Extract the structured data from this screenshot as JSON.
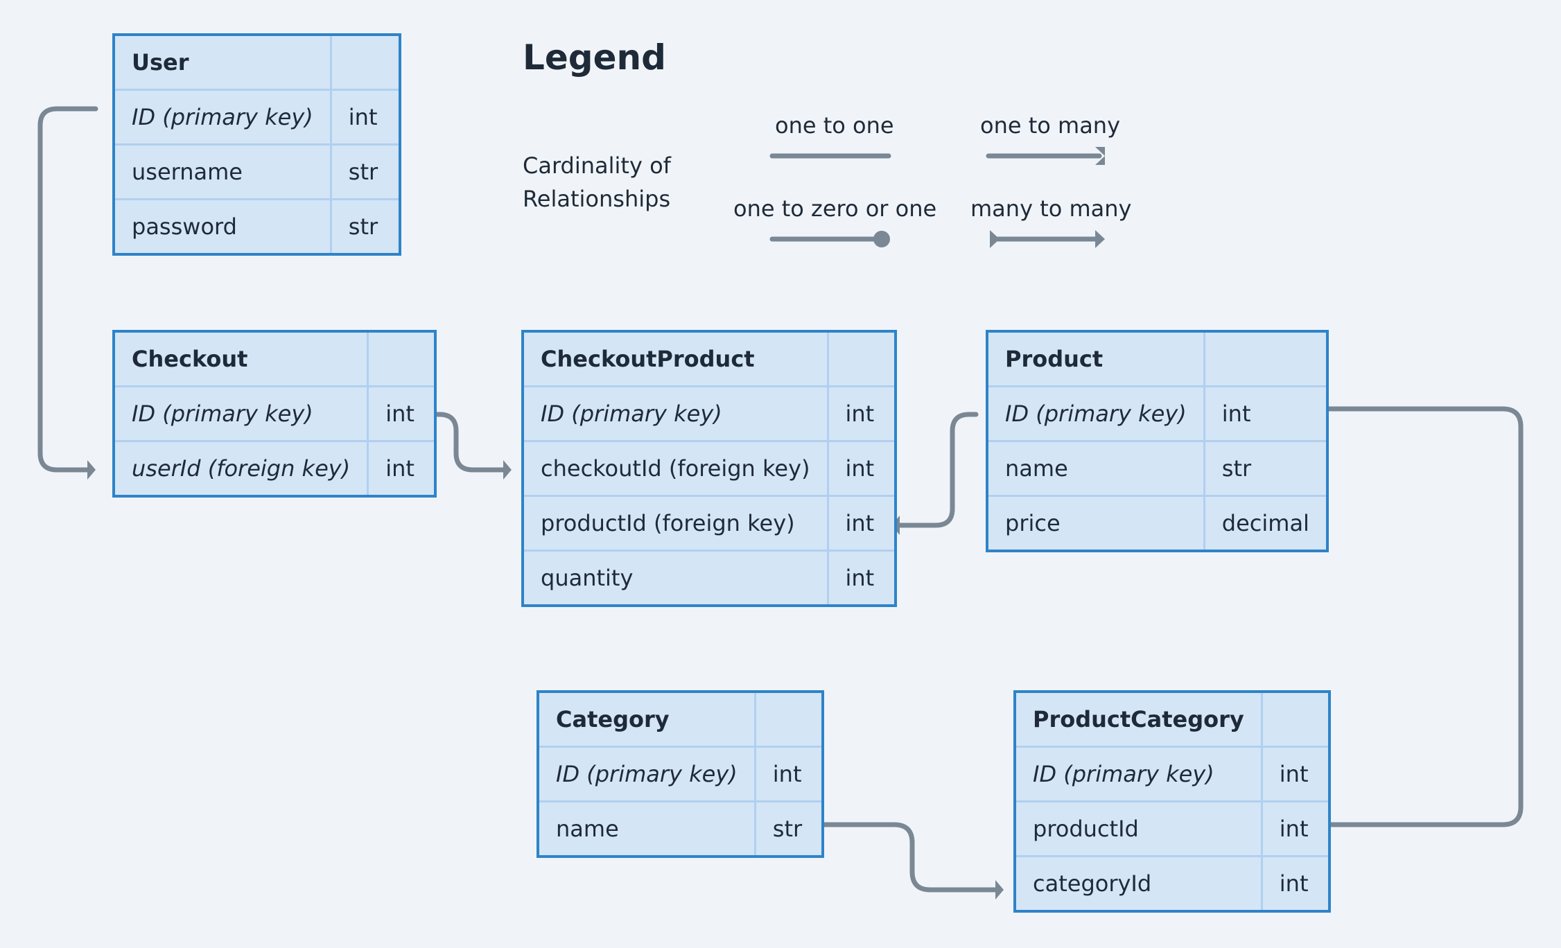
{
  "legend": {
    "title": "Legend",
    "subtitle_line1": "Cardinality of",
    "subtitle_line2": "Relationships",
    "one_to_one": "one to one",
    "one_to_many": "one to many",
    "one_to_zero_or_one": "one to zero or one",
    "many_to_many": "many to many"
  },
  "tables": {
    "user": {
      "name": "User",
      "rows": [
        {
          "field": "ID (primary key)",
          "type": "int"
        },
        {
          "field": "username",
          "type": "str"
        },
        {
          "field": "password",
          "type": "str"
        }
      ]
    },
    "checkout": {
      "name": "Checkout",
      "rows": [
        {
          "field": "ID (primary key)",
          "type": "int"
        },
        {
          "field": "userId (foreign key)",
          "type": "int"
        }
      ]
    },
    "checkout_product": {
      "name": "CheckoutProduct",
      "rows": [
        {
          "field": "ID (primary key)",
          "type": "int"
        },
        {
          "field": "checkoutId (foreign key)",
          "type": "int"
        },
        {
          "field": "productId (foreign key)",
          "type": "int"
        },
        {
          "field": "quantity",
          "type": "int"
        }
      ]
    },
    "product": {
      "name": "Product",
      "rows": [
        {
          "field": "ID (primary key)",
          "type": "int"
        },
        {
          "field": "name",
          "type": "str"
        },
        {
          "field": "price",
          "type": "decimal"
        }
      ]
    },
    "category": {
      "name": "Category",
      "rows": [
        {
          "field": "ID (primary key)",
          "type": "int"
        },
        {
          "field": "name",
          "type": "str"
        }
      ]
    },
    "product_category": {
      "name": "ProductCategory",
      "rows": [
        {
          "field": "ID (primary key)",
          "type": "int"
        },
        {
          "field": "productId",
          "type": "int"
        },
        {
          "field": "categoryId",
          "type": "int"
        }
      ]
    }
  },
  "colors": {
    "background": "#f0f4f8",
    "table_fill": "#d4e5f6",
    "table_border": "#2e83c8",
    "cell_border": "#b0d0ef",
    "connector": "#7a8794",
    "text": "#1e2a38"
  }
}
